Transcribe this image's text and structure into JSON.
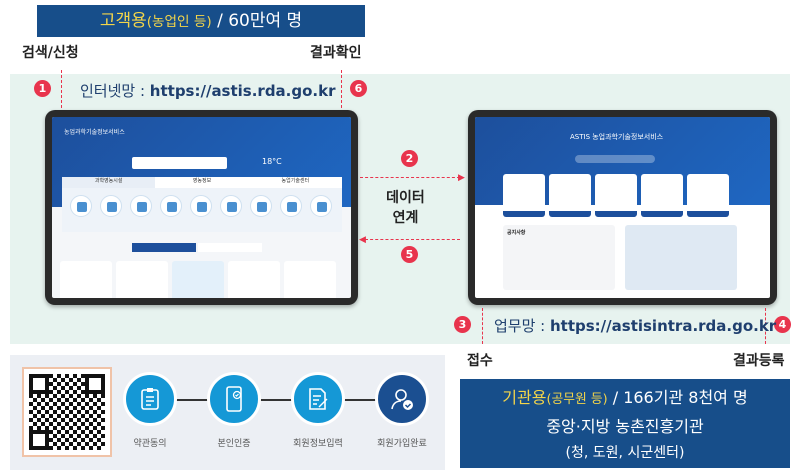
{
  "customer": {
    "title_main": "고객용",
    "title_sub": "(농업인 등)",
    "title_count": "/ 60만여 명"
  },
  "labels": {
    "search_apply": "검색/신청",
    "result_check": "결과확인",
    "receive": "접수",
    "result_register": "결과등록",
    "data_link_1": "데이터",
    "data_link_2": "연계"
  },
  "internet": {
    "label": "인터넷망 : ",
    "url": "https://astis.rda.go.kr"
  },
  "intranet": {
    "label": "업무망 : ",
    "url": "https://astisintra.rda.go.kr"
  },
  "step_numbers": [
    "1",
    "2",
    "3",
    "4",
    "5",
    "6"
  ],
  "left_screen": {
    "logo": "농업과학기술정보서비스",
    "weather": "18°C",
    "tabs": [
      "과학영농시설",
      "영농정보",
      "농업기술센터"
    ]
  },
  "right_screen": {
    "logo": "ASTIS 농업과학기술정보서비스",
    "notice_tab": "공지사항"
  },
  "signup_steps": [
    "약관동의",
    "본인인증",
    "회원정보입력",
    "회원가입완료"
  ],
  "agency": {
    "title_main": "기관용",
    "title_sub": "(공무원 등)",
    "title_count": "/ 166기관 8천여 명",
    "line2": "중앙·지방 농촌진흥기관",
    "line3": "(청, 도원, 시군센터)"
  },
  "colors": {
    "banner": "#174e8a",
    "accent_red": "#e8344d",
    "step_blue": "#1598d6",
    "step_dark": "#1b4f91"
  }
}
